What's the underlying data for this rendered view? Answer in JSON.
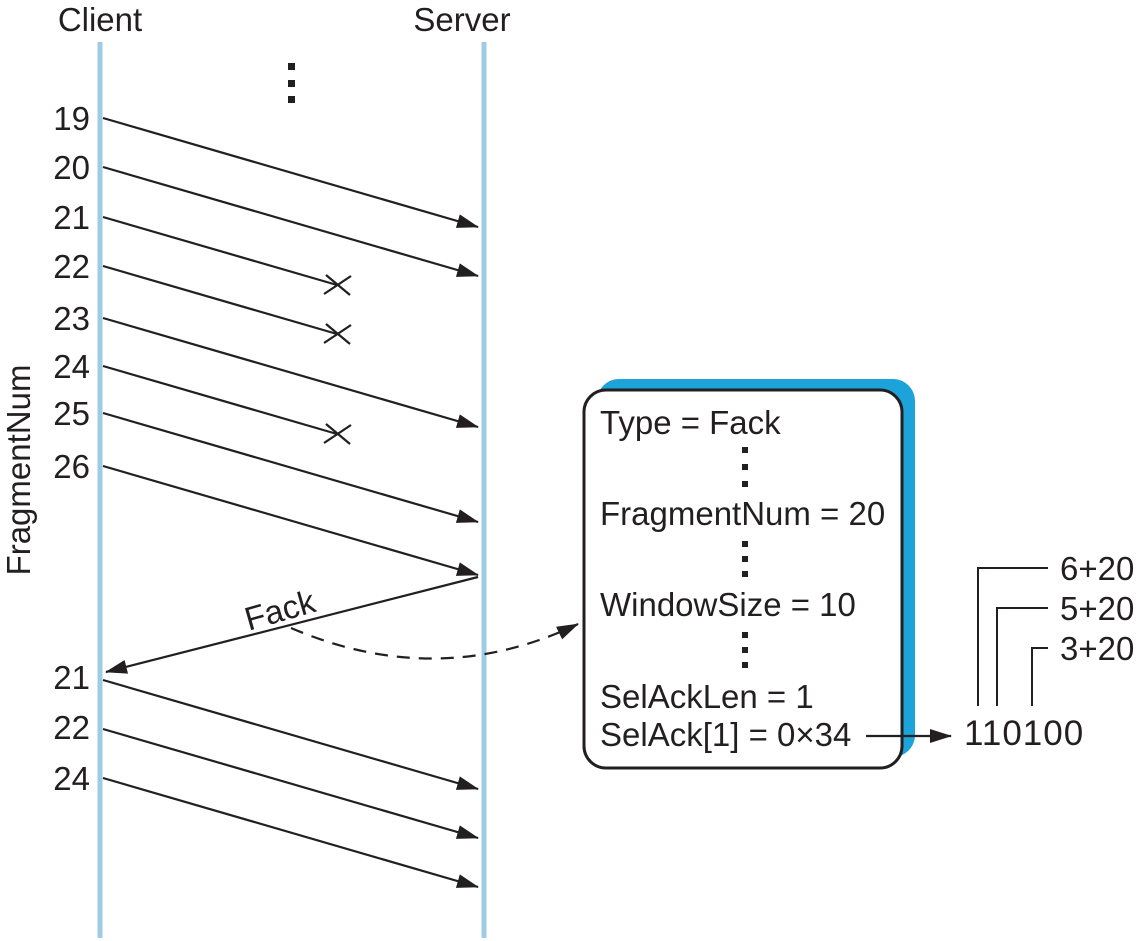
{
  "endpoints": {
    "client": "Client",
    "server": "Server"
  },
  "axis_label": "FragmentNum",
  "fragments": {
    "sent": [
      "19",
      "20",
      "21",
      "22",
      "23",
      "24",
      "25",
      "26"
    ],
    "resent": [
      "21",
      "22",
      "24"
    ]
  },
  "fack": {
    "label": "Fack"
  },
  "packet_box": {
    "type_line": "Type = Fack",
    "fragment_line": "FragmentNum = 20",
    "window_line": "WindowSize = 10",
    "selacklen_line": "SelAckLen = 1",
    "selack_line": "SelAck[1] = 0×34"
  },
  "bitmap": {
    "value": "110100",
    "annotations": [
      "6+20",
      "5+20",
      "3+20"
    ]
  },
  "colors": {
    "ink": "#231F20",
    "timeline": "#A0CBE6",
    "accent": "#1BA3DA"
  }
}
